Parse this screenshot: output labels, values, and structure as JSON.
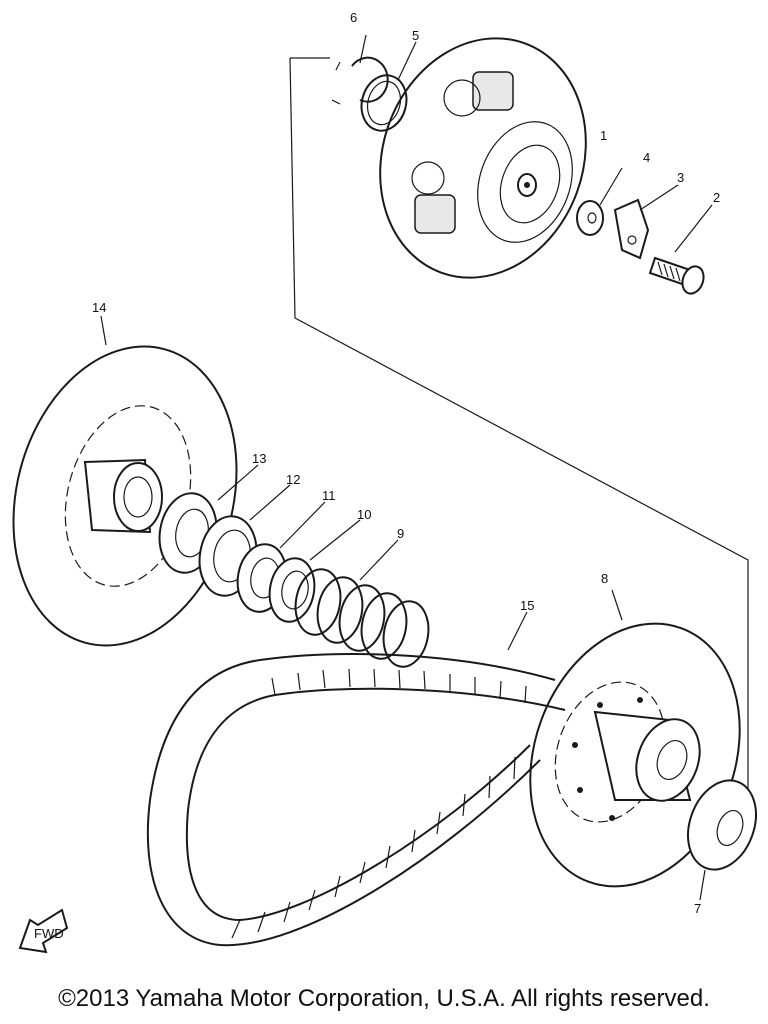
{
  "diagram": {
    "part_numbers": [
      "1",
      "2",
      "3",
      "4",
      "5",
      "6",
      "7",
      "8",
      "9",
      "10",
      "11",
      "12",
      "13",
      "14",
      "15"
    ],
    "fwd_label": "FWD"
  },
  "footer": {
    "copyright": "©2013 Yamaha Motor Corporation, U.S.A. All rights reserved."
  }
}
